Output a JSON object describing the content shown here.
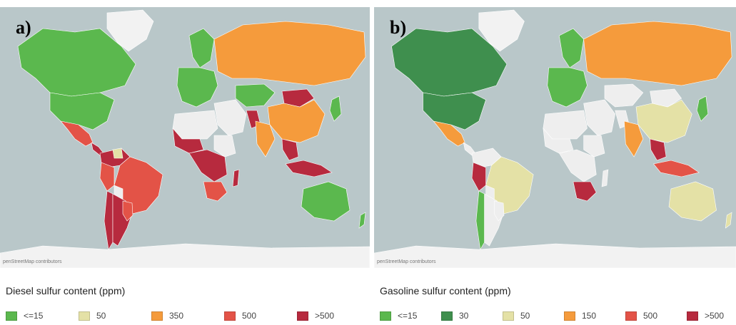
{
  "panels": [
    {
      "label": "a)",
      "attribution": "penStreetMap contributors",
      "legend_title": "Diesel sulfur content (ppm)",
      "legend": [
        {
          "label": "<=15",
          "color": "#5bb84e"
        },
        {
          "label": "50",
          "color": "#e4e1a6"
        },
        {
          "label": "350",
          "color": "#f59b3c"
        },
        {
          "label": "500",
          "color": "#e35347"
        },
        {
          "label": ">500",
          "color": "#b72a3e"
        }
      ]
    },
    {
      "label": "b)",
      "attribution": "penStreetMap contributors",
      "legend_title": "Gasoline sulfur content (ppm)",
      "legend": [
        {
          "label": "<=15",
          "color": "#5bb84e"
        },
        {
          "label": "30",
          "color": "#3f8f4e"
        },
        {
          "label": "50",
          "color": "#e4e1a6"
        },
        {
          "label": "150",
          "color": "#f59b3c"
        },
        {
          "label": "500",
          "color": "#e35347"
        },
        {
          "label": ">500",
          "color": "#b72a3e"
        }
      ]
    }
  ],
  "map_colors": {
    "ocean": "#b9c7c9",
    "land_no_data": "#eeeeee",
    "ice": "#f2f2f2"
  }
}
